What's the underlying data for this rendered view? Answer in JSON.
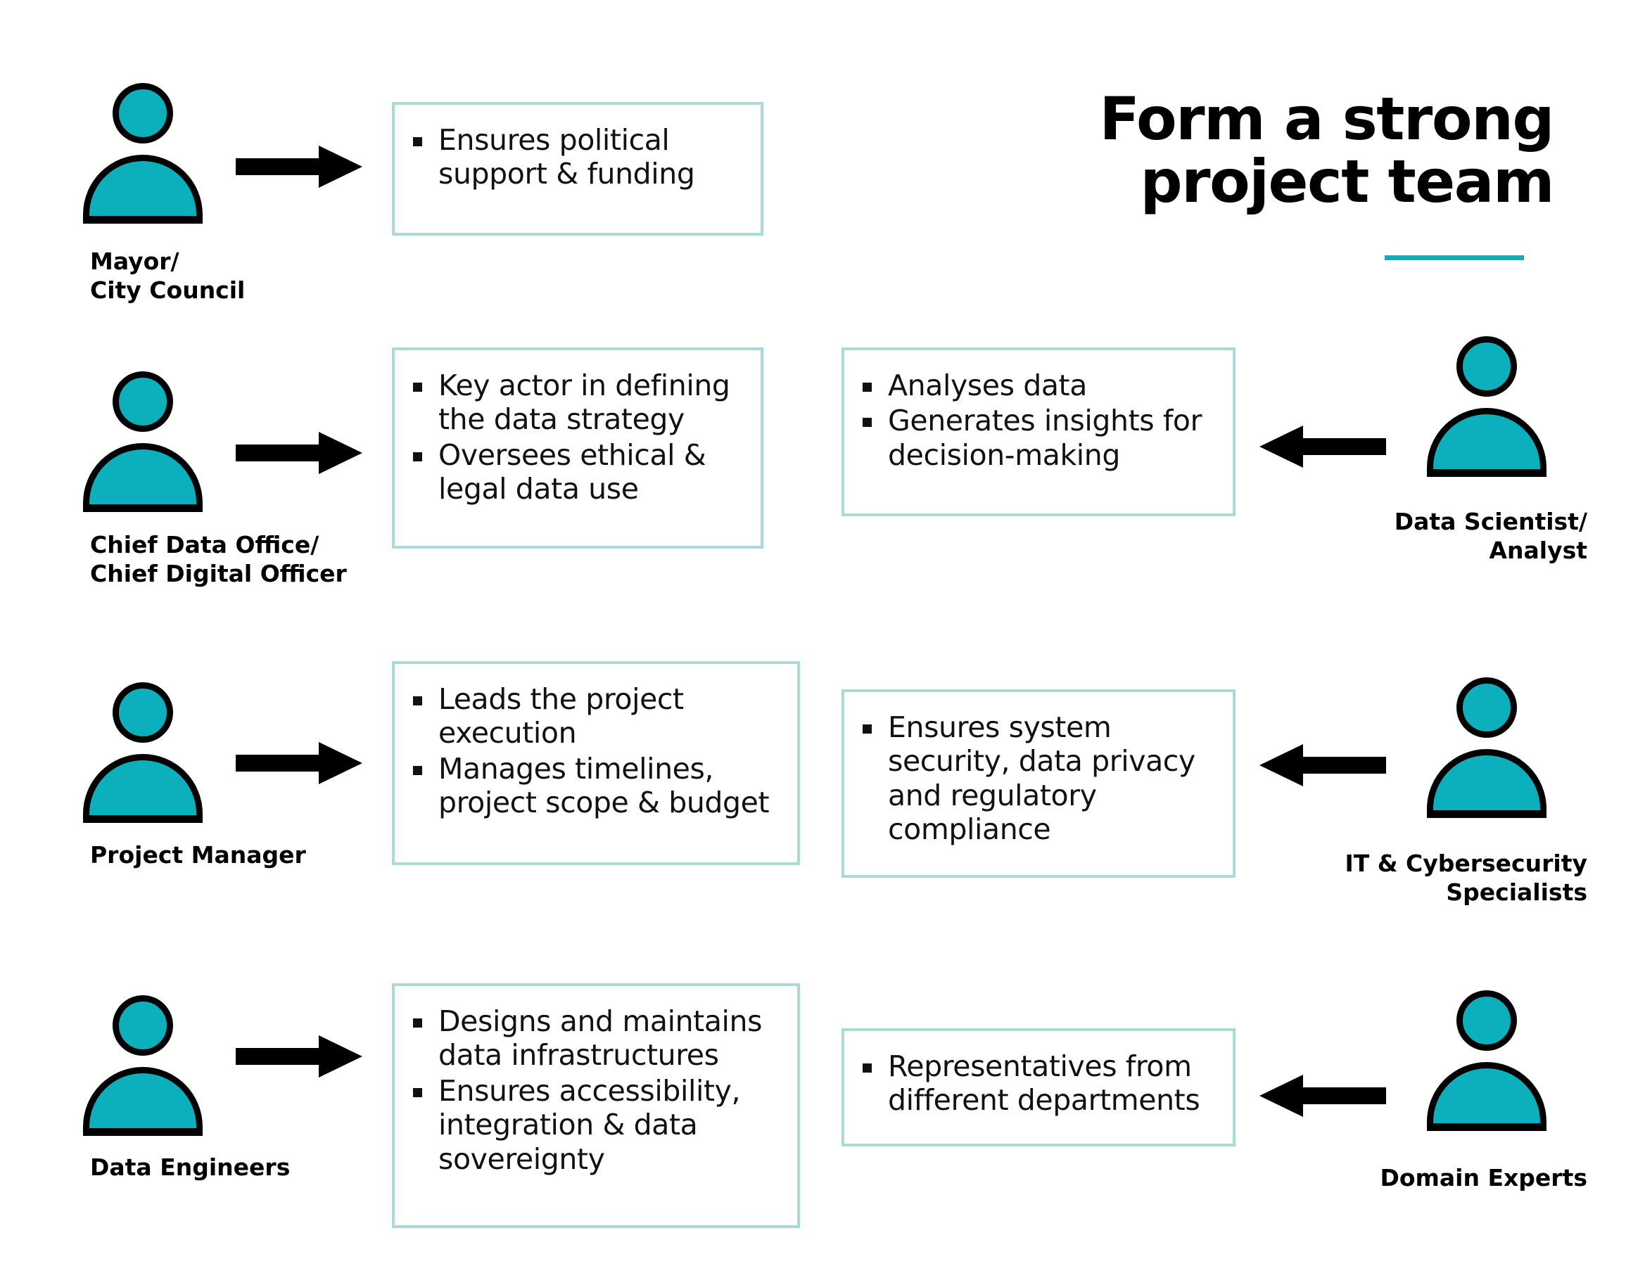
{
  "title": {
    "line1": "Form a strong",
    "line2": "project team",
    "accent_color": "#0BB0BC"
  },
  "colors": {
    "teal": "#0BB0BC",
    "box_border": "#A9DAD6",
    "arrow": "#000000",
    "text": "#111111",
    "background": "#FFFFFF"
  },
  "rows": [
    {
      "left": {
        "role": "Mayor/\nCity Council",
        "arrow": "arrow-right",
        "bullets": [
          "Ensures political support & funding"
        ]
      },
      "right": null
    },
    {
      "left": {
        "role": "Chief Data Office/\nChief Digital Officer",
        "arrow": "arrow-right",
        "bullets": [
          "Key actor in defining the data strategy",
          "Oversees ethical & legal data use"
        ]
      },
      "right": {
        "role": "Data Scientist/\nAnalyst",
        "arrow": "arrow-left",
        "bullets": [
          "Analyses data",
          "Generates insights for decision-making"
        ]
      }
    },
    {
      "left": {
        "role": "Project Manager",
        "arrow": "arrow-right",
        "bullets": [
          "Leads the project execution",
          "Manages timelines, project scope & budget"
        ]
      },
      "right": {
        "role": "IT & Cybersecurity\nSpecialists",
        "arrow": "arrow-left",
        "bullets": [
          "Ensures system security, data privacy and regulatory compliance"
        ]
      }
    },
    {
      "left": {
        "role": "Data Engineers",
        "arrow": "arrow-right",
        "bullets": [
          "Designs and maintains data infrastructures",
          "Ensures accessibility, integration & data sovereignty"
        ]
      },
      "right": {
        "role": "Domain Experts",
        "arrow": "arrow-left",
        "bullets": [
          "Representatives from different departments"
        ]
      }
    }
  ]
}
